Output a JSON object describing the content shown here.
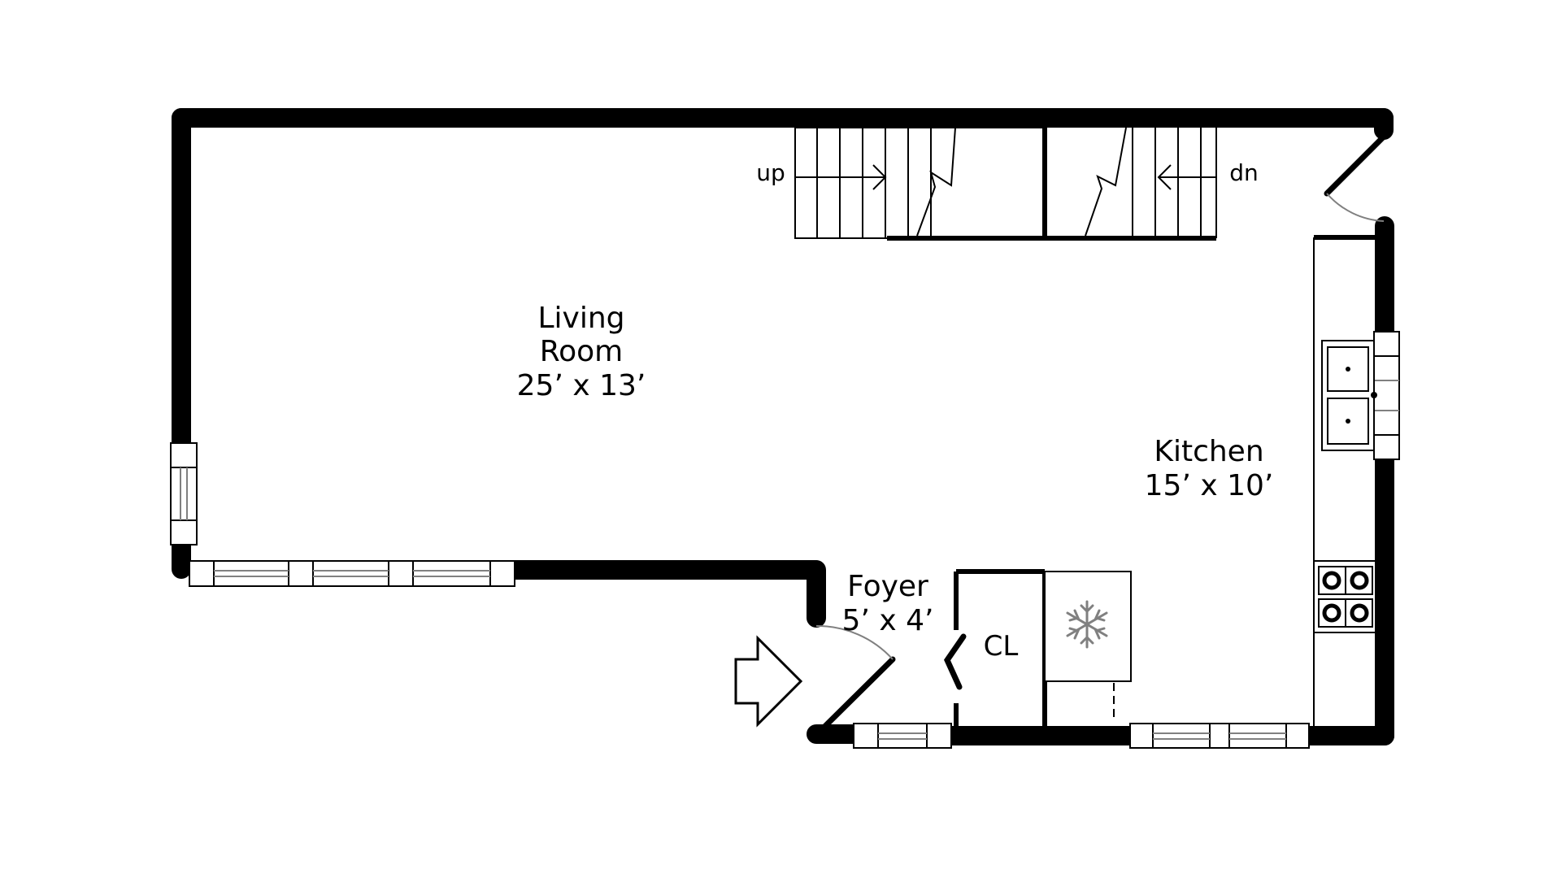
{
  "rooms": {
    "living": {
      "name_line1": "Living",
      "name_line2": "Room",
      "dimensions": "25’ x 13’"
    },
    "kitchen": {
      "name": "Kitchen",
      "dimensions": "15’ x 10’"
    },
    "foyer": {
      "name": "Foyer",
      "dimensions": "5’ x 4’"
    },
    "closet": {
      "name": "CL"
    }
  },
  "stairs": {
    "up_label": "up",
    "down_label": "dn"
  },
  "colors": {
    "wall": "#000000",
    "door_swing": "#808080",
    "fixture": "#808080",
    "background": "#ffffff"
  },
  "icons": {
    "entry": "entry-arrow-icon",
    "refrigerator": "snowflake-icon",
    "stove": "stove-burners-icon",
    "sink": "double-sink-icon"
  }
}
